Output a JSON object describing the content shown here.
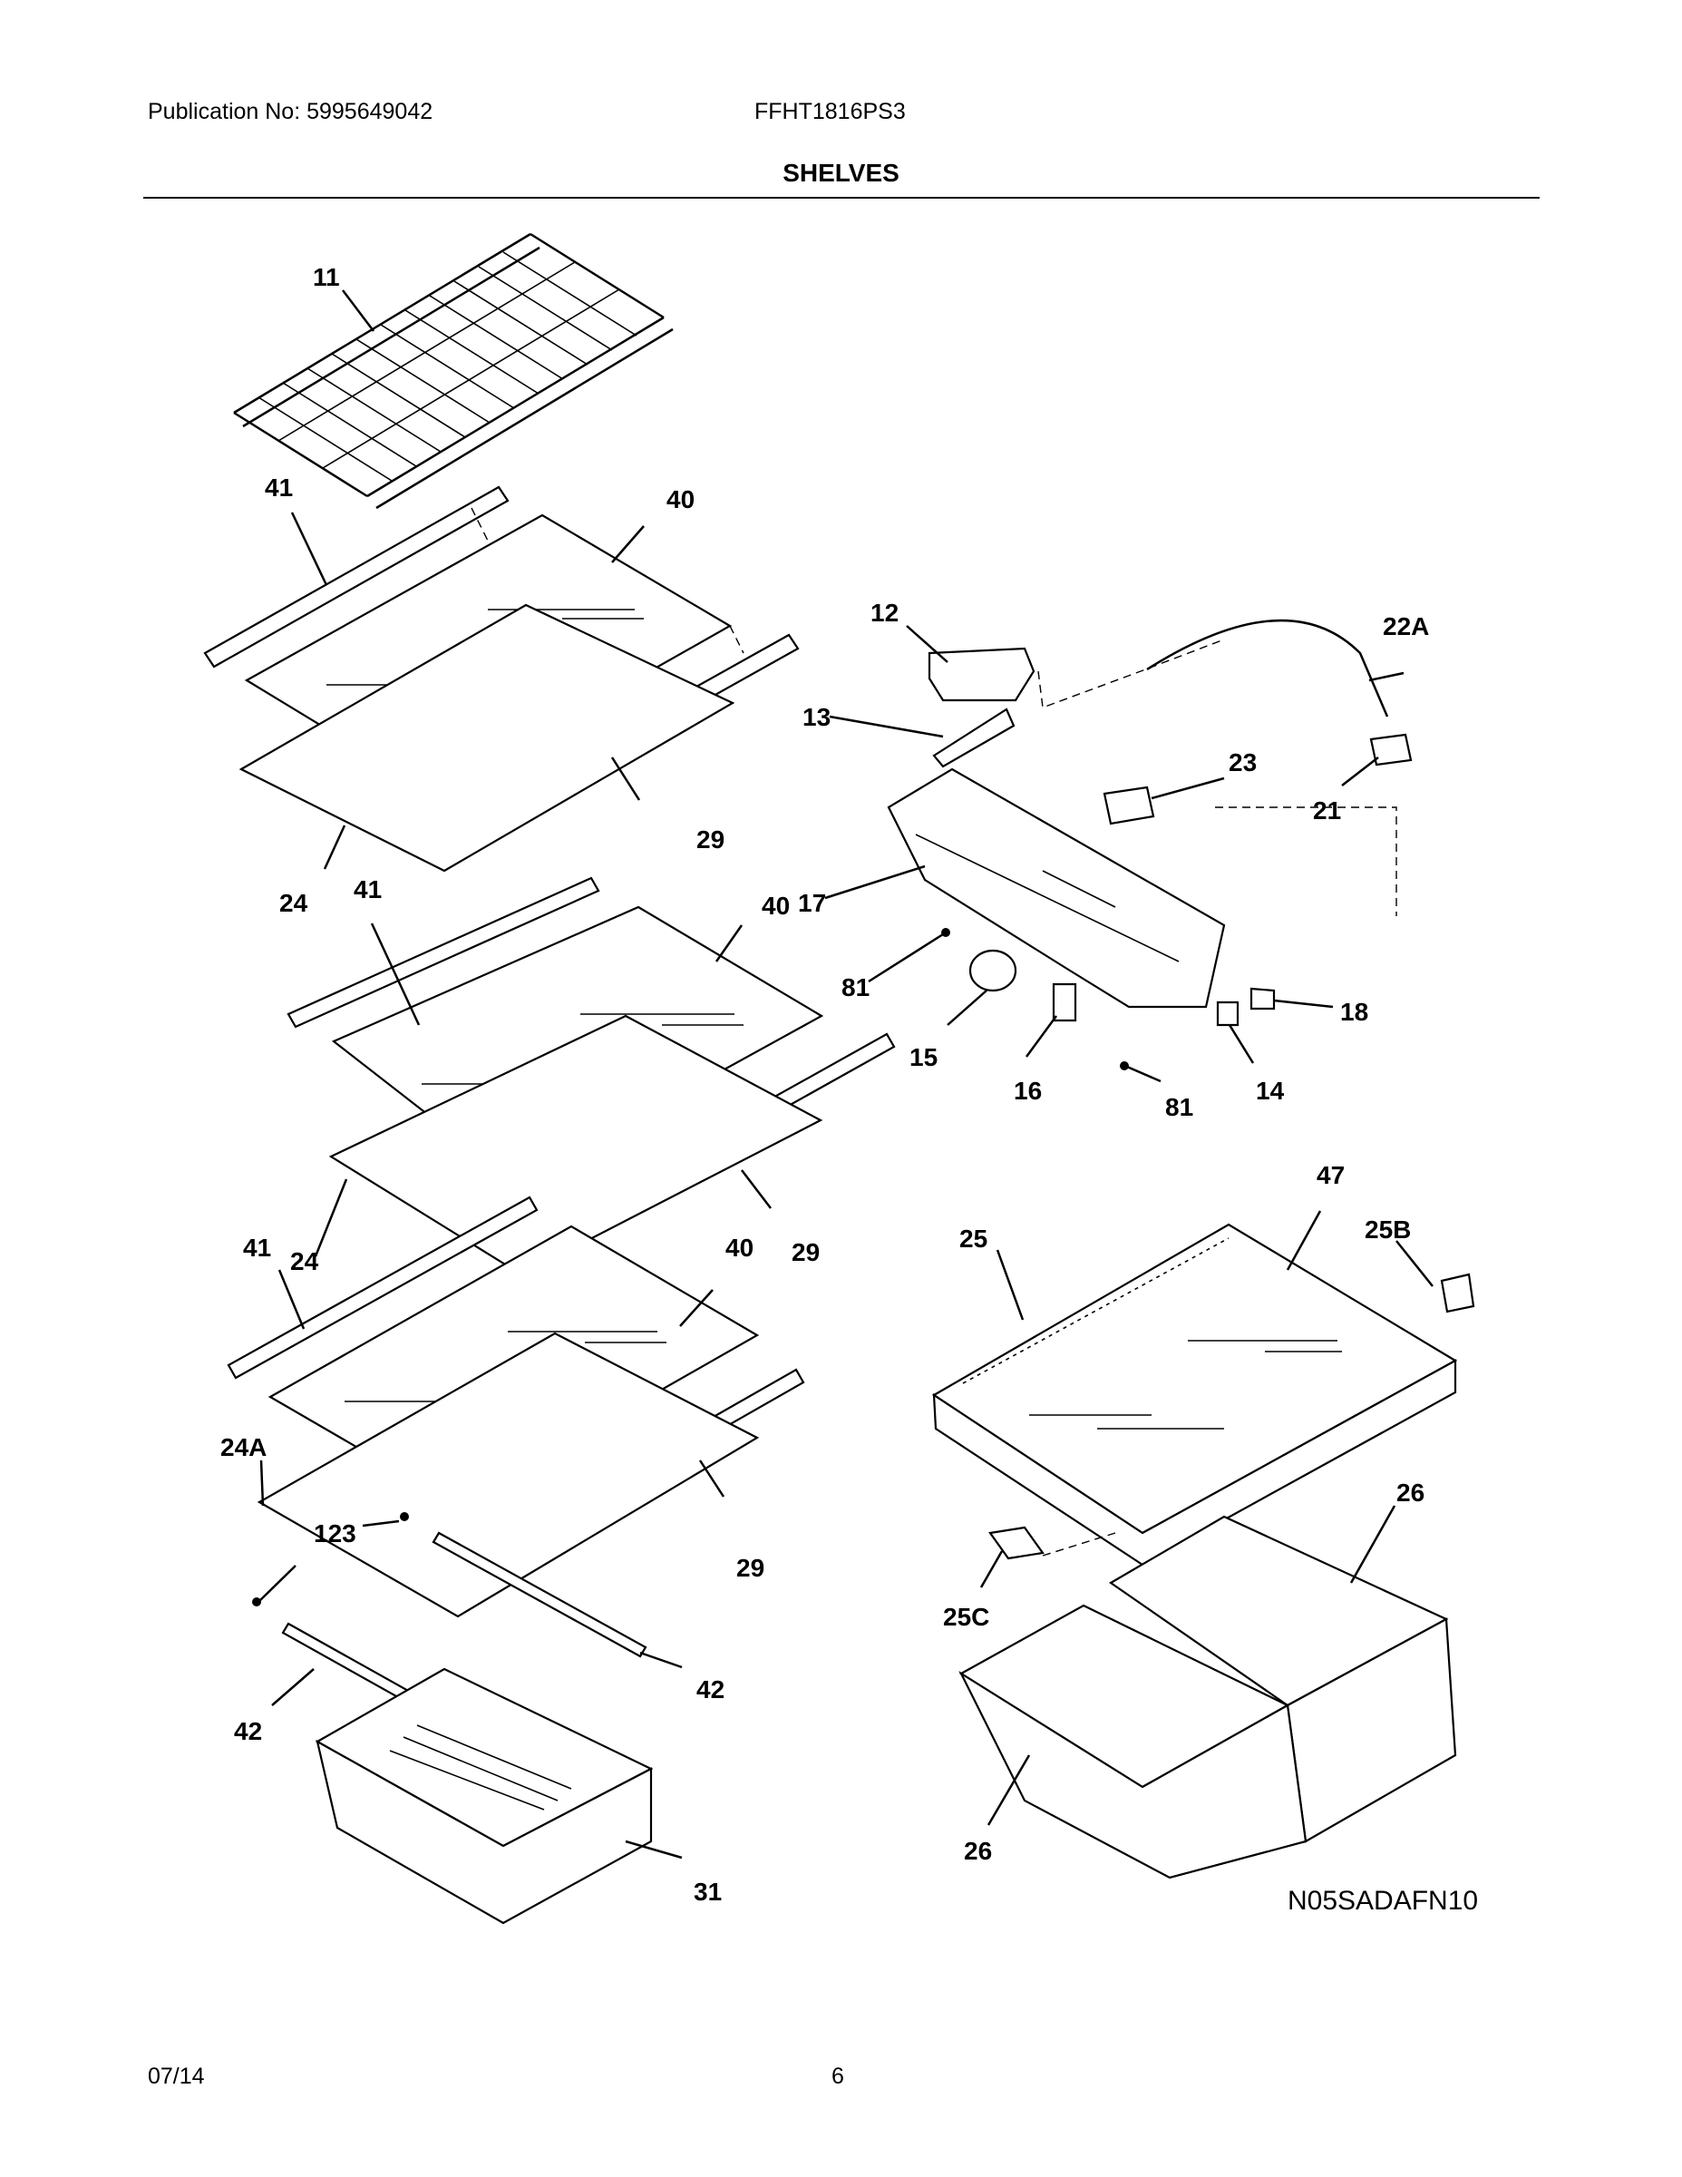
{
  "header": {
    "publication": "Publication No: 5995649042",
    "model": "FFHT1816PS3",
    "title": "SHELVES"
  },
  "footer": {
    "date": "07/14",
    "page": "6"
  },
  "diagram": {
    "code": "N05SADAFN10",
    "callouts": [
      "11",
      "41",
      "40",
      "29",
      "24",
      "41",
      "40",
      "24",
      "29",
      "41",
      "40",
      "29",
      "24A",
      "123",
      "42",
      "42",
      "31",
      "12",
      "13",
      "17",
      "23",
      "22A",
      "21",
      "81",
      "15",
      "16",
      "81",
      "14",
      "18",
      "25",
      "47",
      "25B",
      "25C",
      "26",
      "26"
    ]
  }
}
